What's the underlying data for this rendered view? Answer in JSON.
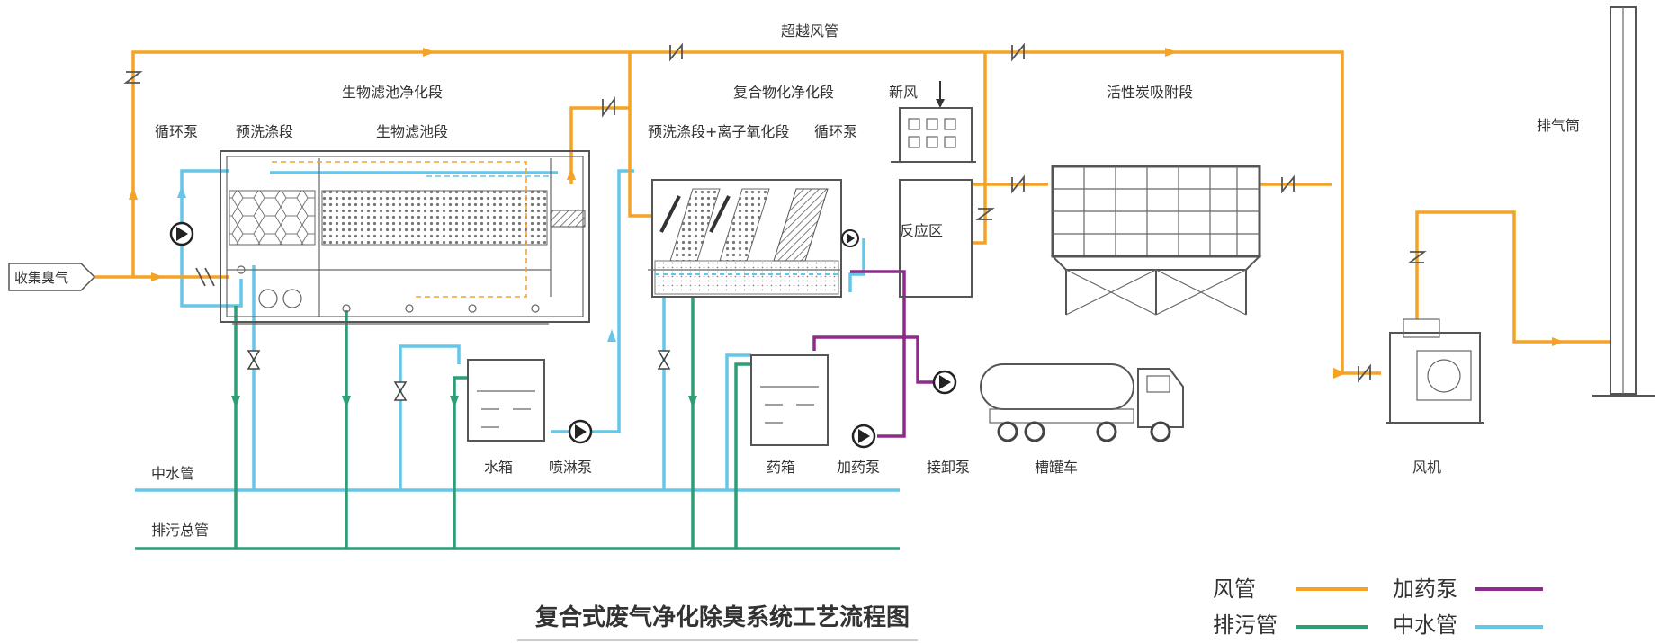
{
  "title": "复合式废气净化除臭系统工艺流程图",
  "colors": {
    "air": "#F4A327",
    "sewage": "#2E9E75",
    "dosing": "#8E2A8A",
    "water": "#67C6E8",
    "line": "#555555"
  },
  "labels": {
    "bypass_duct": "超越风管",
    "bio_section": "生物滤池净化段",
    "circ_pump_left": "循环泵",
    "prewash": "预洗涤段",
    "biofilter": "生物滤池段",
    "chem_section": "复合物化净化段",
    "prewash_ion": "预洗涤段+离子氧化段",
    "circ_pump_mid": "循环泵",
    "fresh_air": "新风",
    "reaction_zone": "反应区",
    "carbon_section": "活性炭吸附段",
    "stack": "排气筒",
    "collect_gas": "收集臭气",
    "water_main": "中水管",
    "sewage_main": "排污总管",
    "water_tank": "水箱",
    "spray_pump": "喷淋泵",
    "chem_tank": "药箱",
    "dosing_pump": "加药泵",
    "unload_pump": "接卸泵",
    "tanker": "槽罐车",
    "fan": "风机"
  },
  "legend": [
    {
      "label": "风管",
      "color": "#F4A327"
    },
    {
      "label": "排污管",
      "color": "#2E9E75"
    },
    {
      "label": "加药泵",
      "color": "#8E2A8A"
    },
    {
      "label": "中水管",
      "color": "#67C6E8"
    }
  ]
}
